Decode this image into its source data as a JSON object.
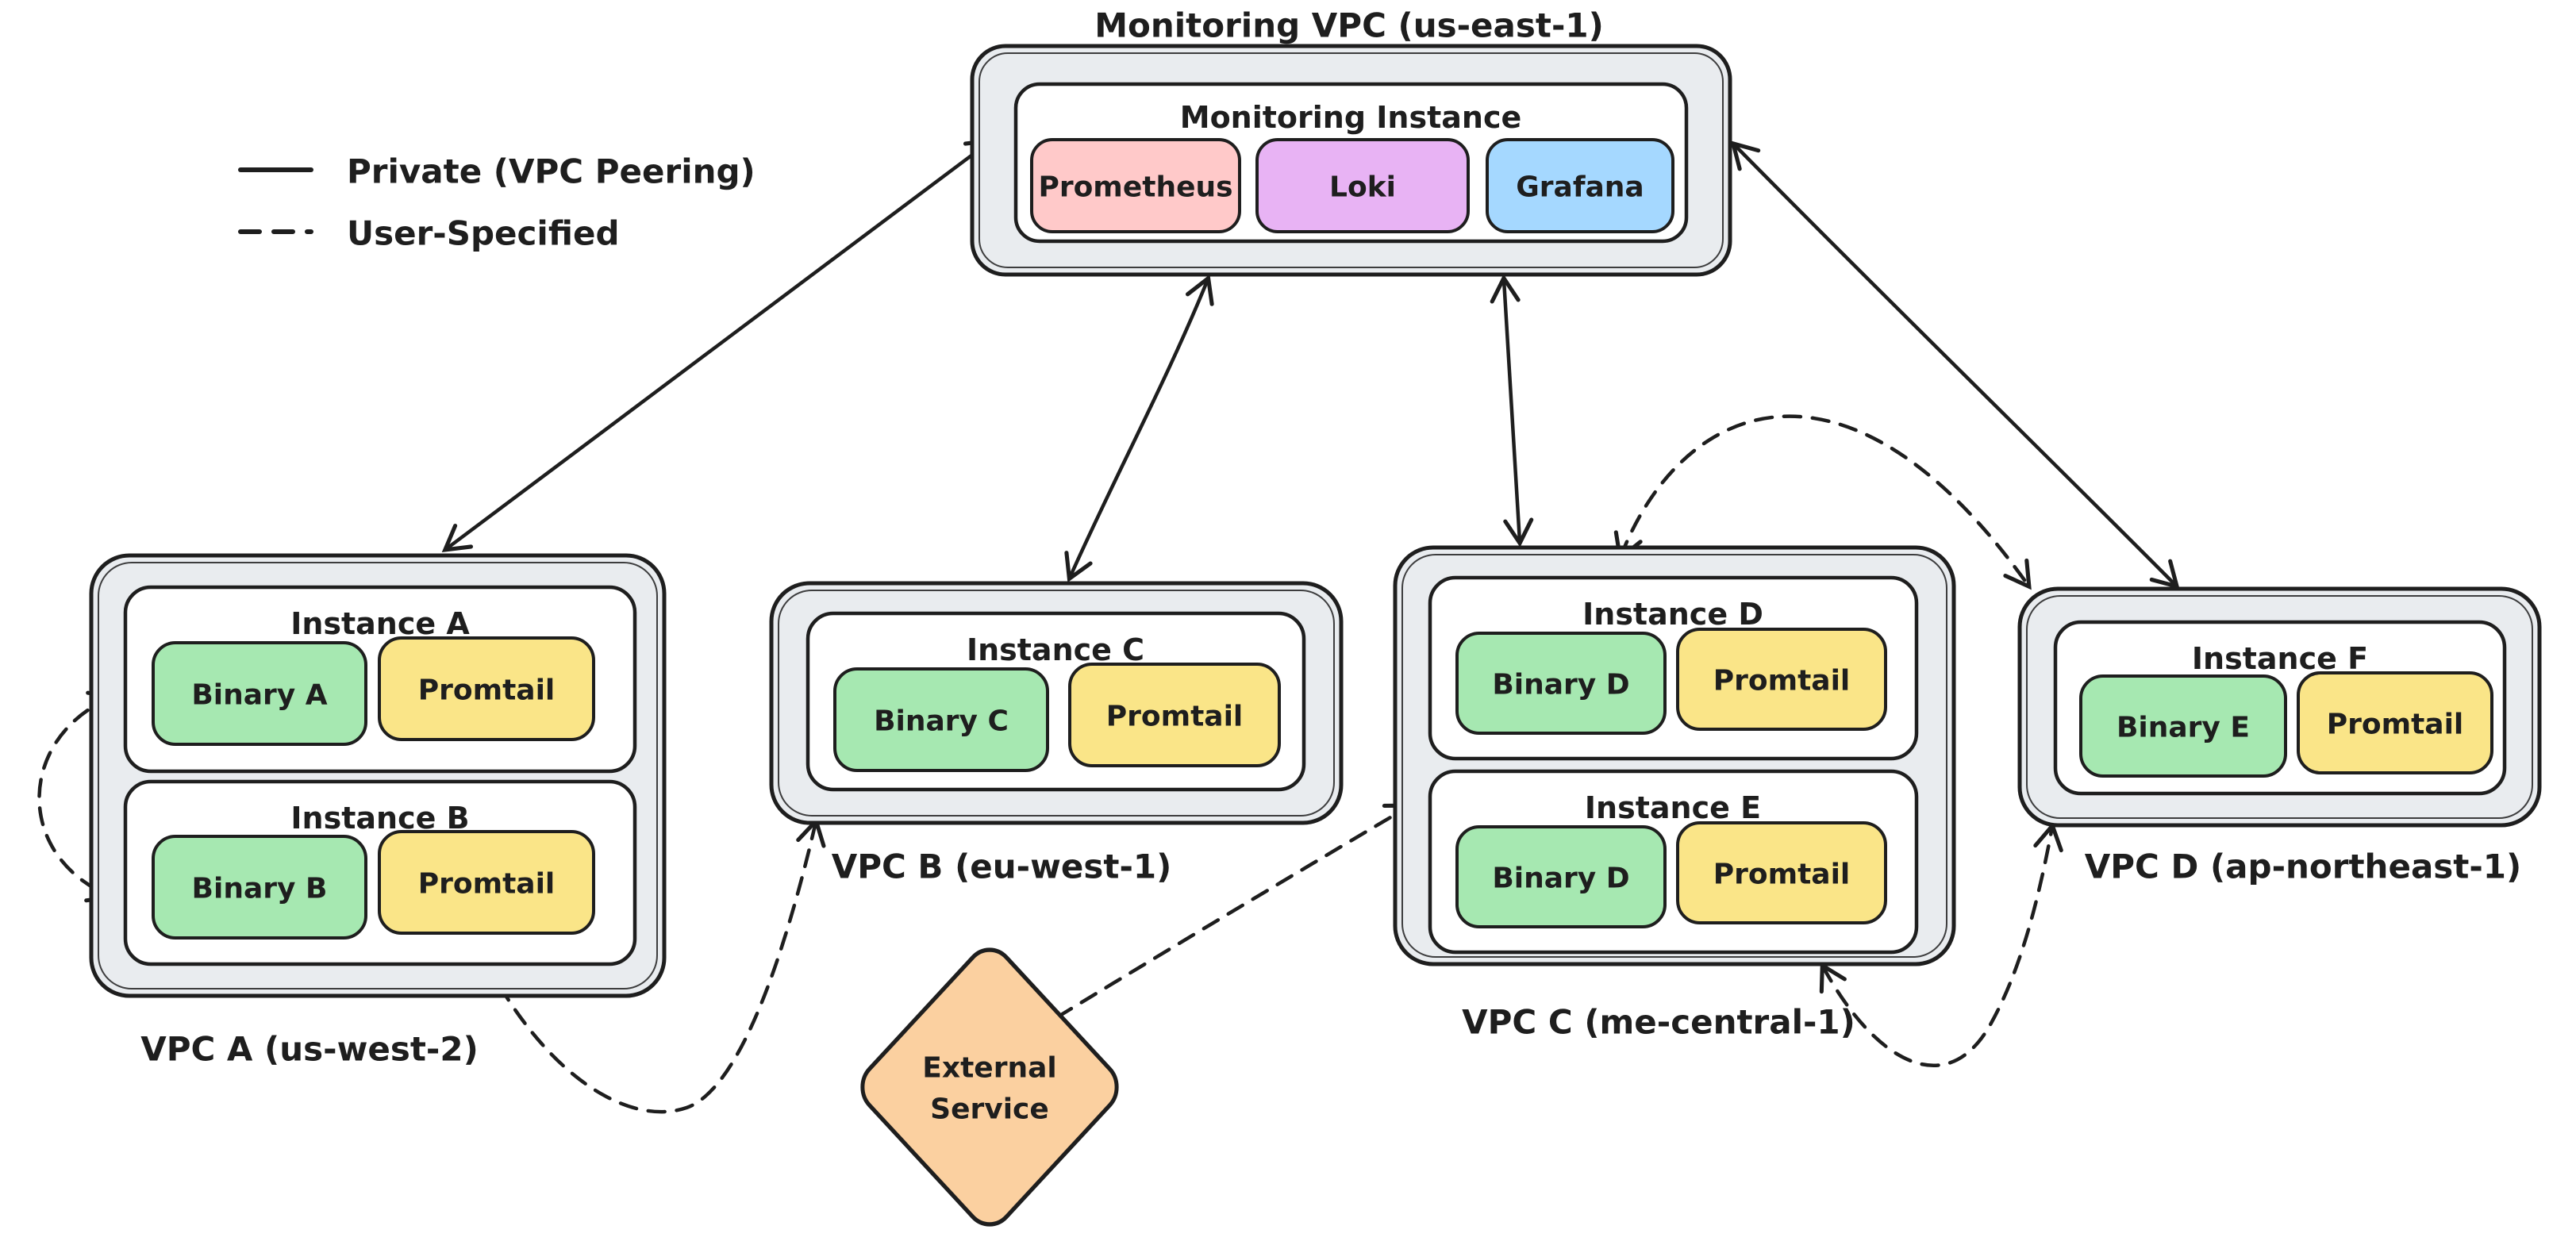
{
  "title": "Monitoring VPC (us-east-1)",
  "legend": {
    "private_label": "Private (VPC Peering)",
    "user_label": "User-Specified"
  },
  "monitoring_vpc": {
    "label": "Monitoring VPC (us-east-1)",
    "instance": {
      "title": "Monitoring Instance",
      "services": [
        {
          "name": "Prometheus",
          "color": "#ffc9c9"
        },
        {
          "name": "Loki",
          "color": "#e8b3f4"
        },
        {
          "name": "Grafana",
          "color": "#a5d8ff"
        }
      ]
    }
  },
  "vpcs": [
    {
      "id": "vpc-a",
      "label": "VPC A (us-west-2)",
      "instances": [
        {
          "title": "Instance A",
          "binary": "Binary A",
          "agent": "Promtail"
        },
        {
          "title": "Instance B",
          "binary": "Binary B",
          "agent": "Promtail"
        }
      ]
    },
    {
      "id": "vpc-b",
      "label": "VPC B (eu-west-1)",
      "instances": [
        {
          "title": "Instance C",
          "binary": "Binary C",
          "agent": "Promtail"
        }
      ]
    },
    {
      "id": "vpc-c",
      "label": "VPC C (me-central-1)",
      "instances": [
        {
          "title": "Instance D",
          "binary": "Binary D",
          "agent": "Promtail"
        },
        {
          "title": "Instance E",
          "binary": "Binary D",
          "agent": "Promtail"
        }
      ]
    },
    {
      "id": "vpc-d",
      "label": "VPC D (ap-northeast-1)",
      "instances": [
        {
          "title": "Instance F",
          "binary": "Binary E",
          "agent": "Promtail"
        }
      ]
    }
  ],
  "external_service": {
    "line1": "External",
    "line2": "Service",
    "color": "#fbd0a0"
  },
  "colors": {
    "stroke": "#1e1e1e",
    "vpc_fill": "#e9ecef",
    "instance_fill": "#ffffff",
    "green": "#a6e8b1",
    "yellow": "#fae588",
    "pink": "#ffc9c9",
    "purple": "#e8b3f4",
    "blue": "#a5d8ff",
    "orange": "#fbd0a0"
  },
  "connections": [
    {
      "from": "Monitoring Instance",
      "to": "VPC A (Instance A)",
      "type": "private-vpc-peering",
      "style": "solid",
      "bidirectional": true
    },
    {
      "from": "Monitoring Instance",
      "to": "VPC B (Instance C)",
      "type": "private-vpc-peering",
      "style": "solid",
      "bidirectional": true
    },
    {
      "from": "Monitoring Instance",
      "to": "VPC C (Instance D)",
      "type": "private-vpc-peering",
      "style": "solid",
      "bidirectional": true
    },
    {
      "from": "Monitoring Instance",
      "to": "VPC D (Instance F)",
      "type": "private-vpc-peering",
      "style": "solid",
      "bidirectional": true
    },
    {
      "from": "Instance A",
      "to": "Instance B",
      "type": "user-specified",
      "style": "dashed",
      "bidirectional": true
    },
    {
      "from": "Instance B",
      "to": "Instance C",
      "type": "user-specified",
      "style": "dashed",
      "bidirectional": true
    },
    {
      "from": "External Service",
      "to": "Instance E",
      "type": "user-specified",
      "style": "dashed",
      "bidirectional": false
    },
    {
      "from": "Instance D",
      "to": "Instance F",
      "type": "user-specified",
      "style": "dashed",
      "bidirectional": true
    },
    {
      "from": "Instance E",
      "to": "Instance F",
      "type": "user-specified",
      "style": "dashed",
      "bidirectional": true
    }
  ]
}
